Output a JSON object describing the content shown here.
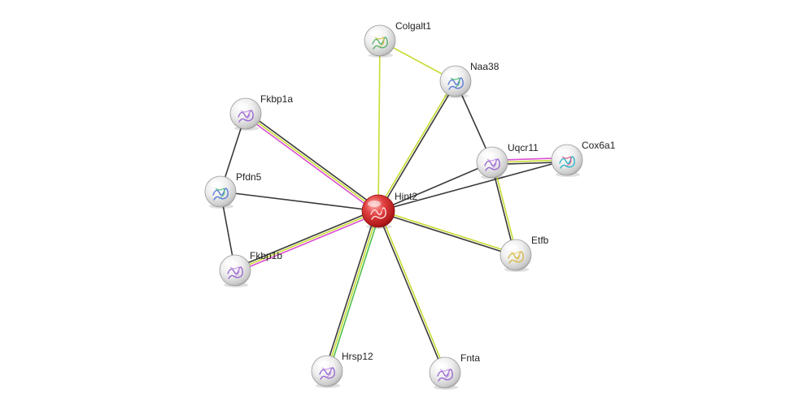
{
  "colors": {
    "center_node": "#cc1b1b",
    "node": "#d8d8d8",
    "edge_black": "#3a3a3a",
    "edge_yellow": "#c8dc32",
    "edge_magenta": "#d94fcf",
    "edge_green": "#4fbf4f"
  },
  "nodes": [
    {
      "id": "hint2",
      "label": "Hint2",
      "center": true,
      "structure": "red-structure"
    },
    {
      "id": "colgalt1",
      "label": "Colgalt1",
      "center": false,
      "structure": "green-structure"
    },
    {
      "id": "naa38",
      "label": "Naa38",
      "center": false,
      "structure": "multicolor-structure"
    },
    {
      "id": "fkbp1a",
      "label": "Fkbp1a",
      "center": false,
      "structure": "purple-structure"
    },
    {
      "id": "uqcr11",
      "label": "Uqcr11",
      "center": false,
      "structure": "purple-structure"
    },
    {
      "id": "cox6a1",
      "label": "Cox6a1",
      "center": false,
      "structure": "cyan-structure"
    },
    {
      "id": "pfdn5",
      "label": "Pfdn5",
      "center": false,
      "structure": "multicolor-structure"
    },
    {
      "id": "etfb",
      "label": "Etfb",
      "center": false,
      "structure": "yellow-structure"
    },
    {
      "id": "fkbp1b",
      "label": "Fkbp1b",
      "center": false,
      "structure": "purple-structure"
    },
    {
      "id": "hrsp12",
      "label": "Hrsp12",
      "center": false,
      "structure": "purple-structure"
    },
    {
      "id": "fnta",
      "label": "Fnta",
      "center": false,
      "structure": "purple-structure"
    }
  ],
  "edges": [
    {
      "source": "hint2",
      "target": "colgalt1",
      "evidence": [
        "yellow"
      ]
    },
    {
      "source": "colgalt1",
      "target": "naa38",
      "evidence": [
        "yellow"
      ]
    },
    {
      "source": "hint2",
      "target": "naa38",
      "evidence": [
        "yellow",
        "black"
      ]
    },
    {
      "source": "naa38",
      "target": "uqcr11",
      "evidence": [
        "black"
      ]
    },
    {
      "source": "hint2",
      "target": "fkbp1a",
      "evidence": [
        "magenta",
        "yellow",
        "black"
      ]
    },
    {
      "source": "fkbp1a",
      "target": "pfdn5",
      "evidence": [
        "black"
      ]
    },
    {
      "source": "pfdn5",
      "target": "hint2",
      "evidence": [
        "black"
      ]
    },
    {
      "source": "pfdn5",
      "target": "fkbp1b",
      "evidence": [
        "black"
      ]
    },
    {
      "source": "hint2",
      "target": "fkbp1b",
      "evidence": [
        "magenta",
        "yellow",
        "black"
      ]
    },
    {
      "source": "hint2",
      "target": "uqcr11",
      "evidence": [
        "black"
      ]
    },
    {
      "source": "hint2",
      "target": "cox6a1",
      "evidence": [
        "black"
      ]
    },
    {
      "source": "uqcr11",
      "target": "cox6a1",
      "evidence": [
        "magenta",
        "yellow",
        "black"
      ]
    },
    {
      "source": "uqcr11",
      "target": "etfb",
      "evidence": [
        "yellow",
        "black"
      ]
    },
    {
      "source": "hint2",
      "target": "etfb",
      "evidence": [
        "yellow",
        "black"
      ]
    },
    {
      "source": "hint2",
      "target": "hrsp12",
      "evidence": [
        "green",
        "yellow",
        "black"
      ]
    },
    {
      "source": "hint2",
      "target": "fnta",
      "evidence": [
        "yellow",
        "black"
      ]
    }
  ]
}
